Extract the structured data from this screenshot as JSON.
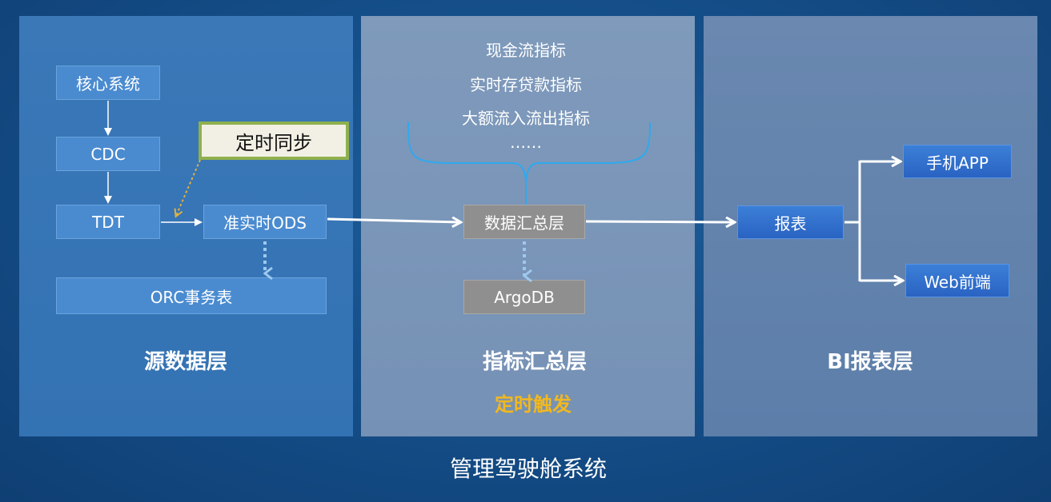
{
  "source_layer": {
    "title": "源数据层",
    "nodes": {
      "core_system": "核心系统",
      "cdc": "CDC",
      "tdt": "TDT",
      "near_realtime_ods": "准实时ODS",
      "orc_table": "ORC事务表"
    },
    "callout": "定时同步"
  },
  "metrics_layer": {
    "title": "指标汇总层",
    "metrics": [
      "现金流指标",
      "实时存贷款指标",
      "大额流入流出指标",
      "……"
    ],
    "nodes": {
      "summary_layer": "数据汇总层",
      "argodb": "ArgoDB"
    },
    "trigger": "定时触发"
  },
  "bi_layer": {
    "title": "BI报表层",
    "nodes": {
      "report": "报表",
      "mobile_app": "手机APP",
      "web_frontend": "Web前端"
    }
  },
  "system_title": "管理驾驶舱系统",
  "colors": {
    "callout_border": "#8fb04e",
    "trigger_text": "#f2b81e",
    "dashed_arrow": "#9ec8ee",
    "dotted_sync": "#e0b040",
    "brace": "#2fa9ee"
  }
}
